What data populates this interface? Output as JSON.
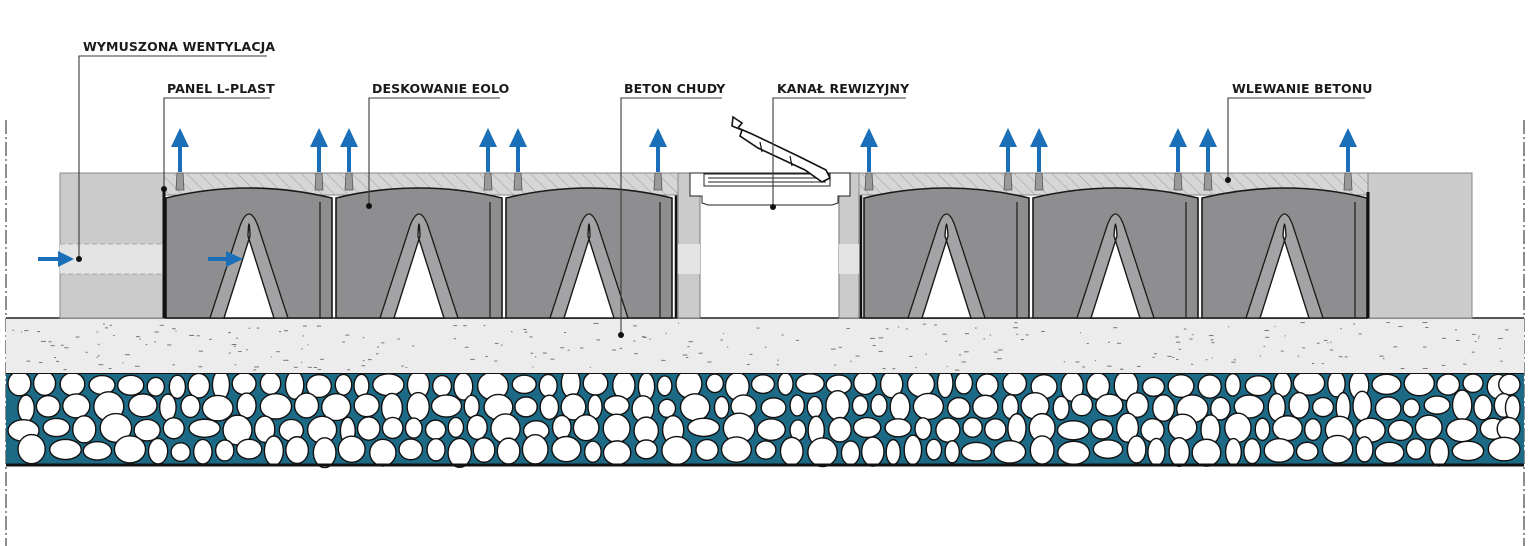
{
  "diagram": {
    "title": "Cross-section of EOLO formwork ventilated floor",
    "labels": {
      "forced_ventilation": "WYMUSZONA WENTYLACJA",
      "panel_lplast": "PANEL L-PLAST",
      "formwork_eolo": "DESKOWANIE EOLO",
      "lean_concrete": "BETON CHUDY",
      "inspection_channel": "KANAŁ REWIZYJNY",
      "concrete_pouring": "WLEWANIE BETONU"
    },
    "modules": {
      "left_group_count": 3,
      "right_group_count": 3
    },
    "airflow": {
      "inlet_direction": "right",
      "outlet_direction": "up",
      "vent_count": 12
    },
    "layers": [
      "concrete slab (hatched)",
      "EOLO formwork domes",
      "lean concrete",
      "gravel bed"
    ],
    "colors": {
      "arrow": "#1a6fb8",
      "dome": "#8e8e90",
      "dome_dark": "#6d6d70",
      "side_wall": "#cbcbcb",
      "vent_band": "#e4e4e4",
      "slab": "#d2d2d2",
      "lean_concrete": "#ececec",
      "gravel_gap": "#1c6a85",
      "outline": "#1a1a1a"
    }
  }
}
